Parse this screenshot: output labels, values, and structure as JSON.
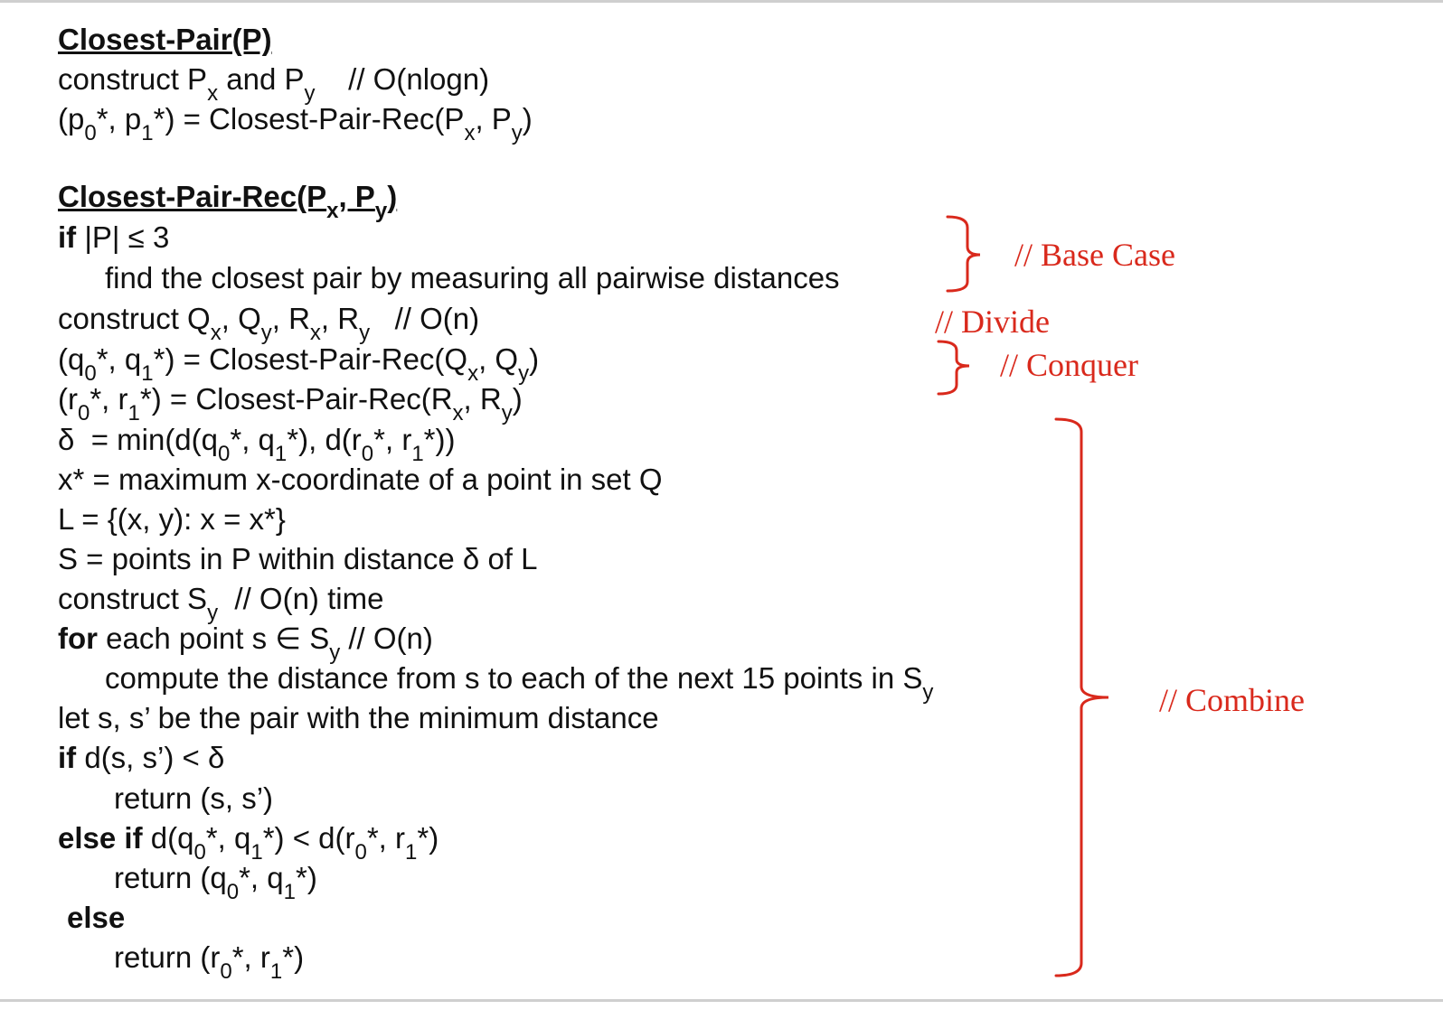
{
  "colors": {
    "annotation": "#d9291c",
    "text": "#111111"
  },
  "proc1": {
    "heading": "Closest-Pair(P)",
    "l1": {
      "a": "construct P",
      "s1": "x",
      "b": " and P",
      "s2": "y",
      "c": "    // O(nlogn)"
    },
    "l2": {
      "a": "(p",
      "s1": "0",
      "b": "*, p",
      "s2": "1",
      "c": "*) = Closest-Pair-Rec(P",
      "s3": "x",
      "d": ", P",
      "s4": "y",
      "e": ")"
    }
  },
  "proc2": {
    "heading": {
      "a": "Closest-Pair-Rec(P",
      "s1": "x",
      "b": ", P",
      "s2": "y",
      "c": ")"
    },
    "l_if": {
      "kw": "if",
      "rest": " |P| ≤ 3"
    },
    "l_find": "find the closest pair by measuring all pairwise distances",
    "l_construct": {
      "a": "construct Q",
      "s1": "x",
      "b": ", Q",
      "s2": "y",
      "c": ", R",
      "s3": "x",
      "d": ", R",
      "s4": "y",
      "e": "   // O(n)"
    },
    "l_q": {
      "a": "(q",
      "s1": "0",
      "b": "*, q",
      "s2": "1",
      "c": "*) = Closest-Pair-Rec(Q",
      "s3": "x",
      "d": ", Q",
      "s4": "y",
      "e": ")"
    },
    "l_r": {
      "a": "(r",
      "s1": "0",
      "b": "*, r",
      "s2": "1",
      "c": "*) = Closest-Pair-Rec(R",
      "s3": "x",
      "d": ", R",
      "s4": "y",
      "e": ")"
    },
    "l_delta": {
      "a": "δ  = min(d(q",
      "s1": "0",
      "b": "*, q",
      "s2": "1",
      "c": "*), d(r",
      "s3": "0",
      "d": "*, r",
      "s4": "1",
      "e": "*))"
    },
    "l_xstar": "x* = maximum x-coordinate of a point in set Q",
    "l_L": "L = {(x, y): x = x*}",
    "l_S": "S = points in P within distance δ of L",
    "l_constructS": {
      "a": "construct S",
      "s1": "y",
      "b": "  // O(n) time"
    },
    "l_for": {
      "kw": "for",
      "a": " each point s ∈ S",
      "s1": "y",
      "b": " // O(n)"
    },
    "l_compute": {
      "a": "compute the distance from s to each of the next 15 points in S",
      "s1": "y"
    },
    "l_let": "let s, s’ be the pair with the minimum distance",
    "l_if2": {
      "kw": "if",
      "rest": " d(s, s’) < δ"
    },
    "l_ret1": "return (s, s’)",
    "l_elseif": {
      "kw": "else if",
      "a": " d(q",
      "s1": "0",
      "b": "*, q",
      "s2": "1",
      "c": "*) < d(r",
      "s3": "0",
      "d": "*, r",
      "s4": "1",
      "e": "*)"
    },
    "l_ret2": {
      "a": "return (q",
      "s1": "0",
      "b": "*, q",
      "s2": "1",
      "c": "*)"
    },
    "l_else": "else",
    "l_ret3": {
      "a": "return (r",
      "s1": "0",
      "b": "*, r",
      "s2": "1",
      "c": "*)"
    }
  },
  "annotations": {
    "base_case": "// Base Case",
    "divide": "// Divide",
    "conquer": "// Conquer",
    "combine": "// Combine"
  }
}
